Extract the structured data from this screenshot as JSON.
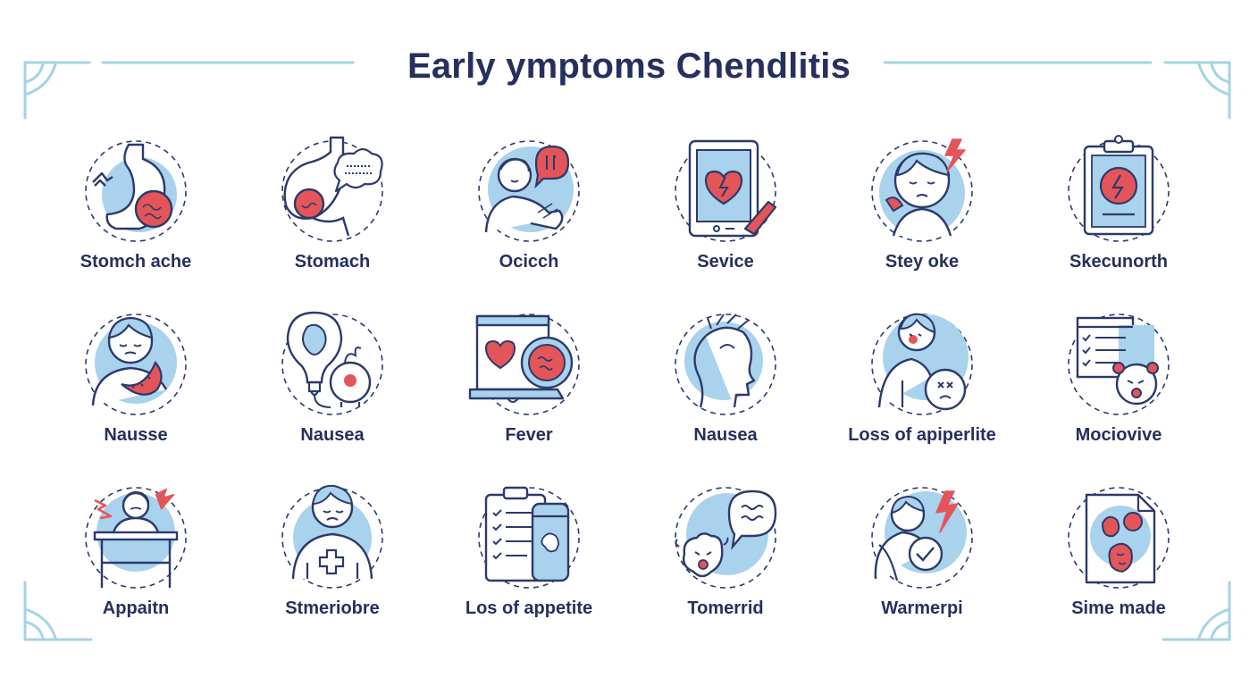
{
  "title": "Early ymptoms Chendlitis",
  "colors": {
    "navy": "#26305e",
    "ink": "#2c3a6b",
    "light_blue": "#a9d2ec",
    "red": "#e4555a",
    "frame": "#a6d3e4"
  },
  "symptoms": [
    [
      {
        "label": "Stomch ache",
        "icon": "stomach-ache-icon"
      },
      {
        "label": "Stomach",
        "icon": "stomach-icon"
      },
      {
        "label": "Ocicch",
        "icon": "person-speech-bubble-icon"
      },
      {
        "label": "Sevice",
        "icon": "tablet-heart-icon"
      },
      {
        "label": "Stey oke",
        "icon": "person-lightning-icon"
      },
      {
        "label": "Skecunorth",
        "icon": "clipboard-icon"
      }
    ],
    [
      {
        "label": "Nausse",
        "icon": "person-nausea-icon"
      },
      {
        "label": "Nausea",
        "icon": "lightbulb-organ-icon"
      },
      {
        "label": "Fever",
        "icon": "laptop-heart-icon"
      },
      {
        "label": "Nausea",
        "icon": "head-profile-icon"
      },
      {
        "label": "Loss of apiperlite",
        "icon": "person-dizzy-icon"
      },
      {
        "label": "Mociovive",
        "icon": "checklist-face-icon"
      }
    ],
    [
      {
        "label": "Appaitn",
        "icon": "person-desk-stress-icon"
      },
      {
        "label": "Stmeriobre",
        "icon": "person-medical-cross-icon"
      },
      {
        "label": "Los of appetite",
        "icon": "checklist-bottle-icon"
      },
      {
        "label": "Tomerrid",
        "icon": "sheep-speech-bubble-icon"
      },
      {
        "label": "Warmerpi",
        "icon": "person-check-lightning-icon"
      },
      {
        "label": "Sime made",
        "icon": "document-organs-icon"
      }
    ]
  ]
}
